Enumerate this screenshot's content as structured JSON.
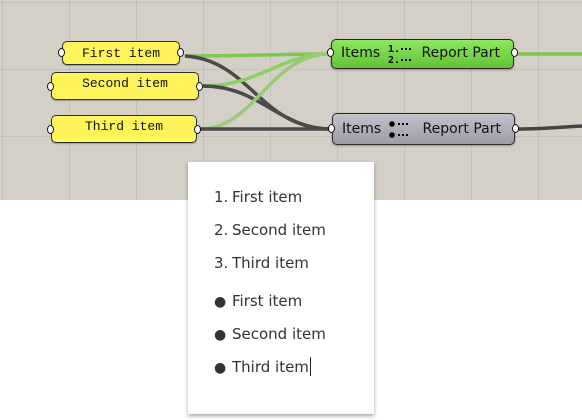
{
  "canvas": {
    "panels": [
      {
        "text": "First item"
      },
      {
        "text": "Second item"
      },
      {
        "text": "Third item"
      }
    ],
    "components": [
      {
        "input_label": "Items",
        "output_label": "Report Part",
        "icon": "numbered-list-icon",
        "color": "#7ad64b"
      },
      {
        "input_label": "Items",
        "output_label": "Report Part",
        "icon": "bulleted-list-icon",
        "color": "#b0b0ba"
      }
    ],
    "wire_colors": {
      "active": "#7ec850",
      "inactive": "#444444",
      "faded": "#9cc878"
    }
  },
  "preview": {
    "numbered_list": [
      "First item",
      "Second item",
      "Third item"
    ],
    "bulleted_list": [
      "First item",
      "Second item",
      "Third item"
    ]
  }
}
